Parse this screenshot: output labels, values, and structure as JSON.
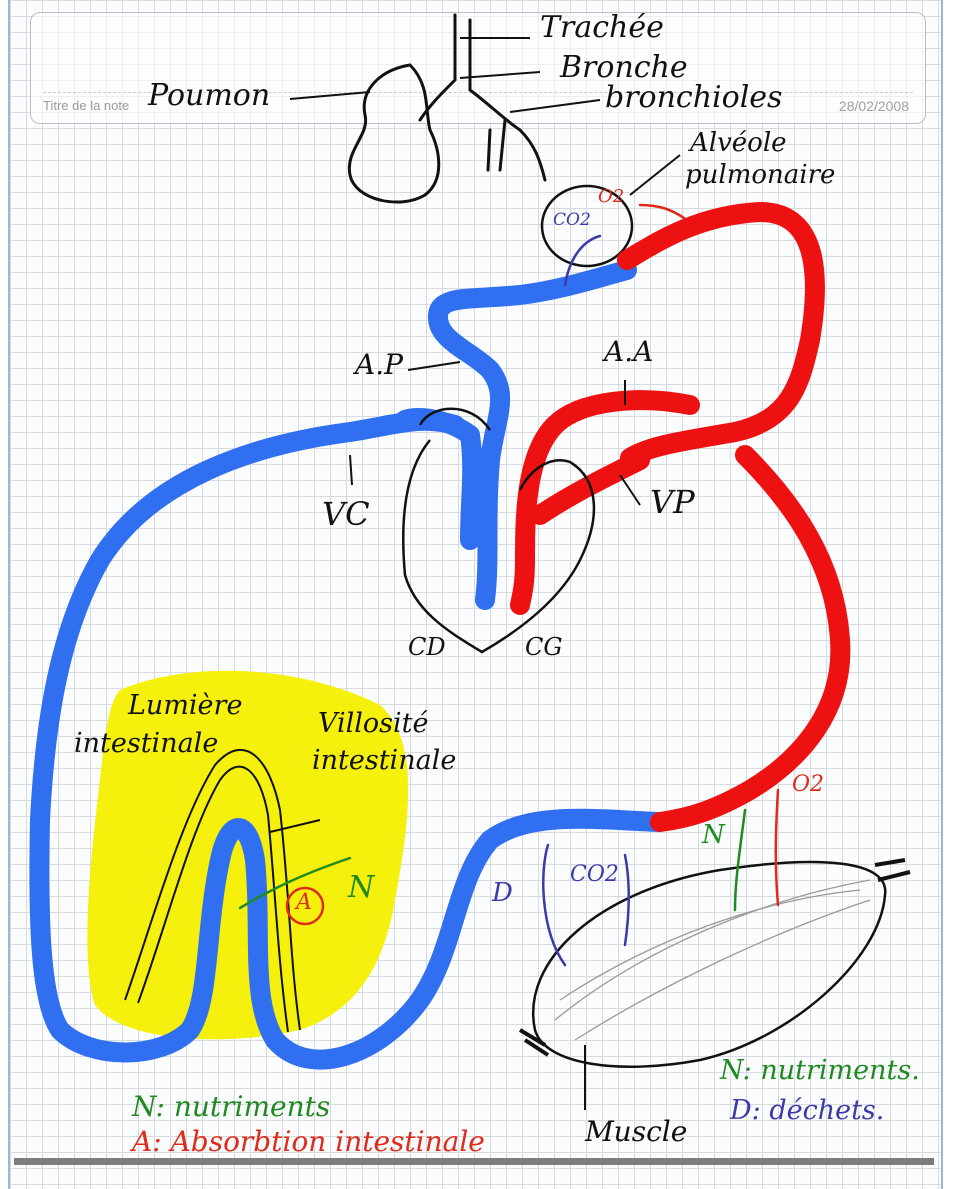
{
  "note": {
    "title_placeholder": "Titre de la note",
    "date": "28/02/2008"
  },
  "labels": {
    "trachee": "Trachée",
    "bronche": "Bronche",
    "bronchioles": "bronchioles",
    "poumon": "Poumon",
    "alveole_line1": "Alvéole",
    "alveole_line2": "pulmonaire",
    "o2_lung": "O2",
    "co2_lung": "CO2",
    "ap": "A.P",
    "aa": "A.A",
    "vc": "VC",
    "vp": "VP",
    "cd": "CD",
    "cg": "CG",
    "lumiere_line1": "Lumière",
    "lumiere_line2": "intestinale",
    "villosite_line1": "Villosité",
    "villosite_line2": "intestinale",
    "n_intestine": "N",
    "a_circle": "A",
    "d_muscle": "D",
    "co2_muscle": "CO2",
    "n_muscle": "N",
    "o2_muscle": "O2",
    "muscle": "Muscle"
  },
  "legend_left": {
    "n": "N: nutriments",
    "a": "A: Absorbtion intestinale"
  },
  "legend_right": {
    "n": "N: nutriments.",
    "d": "D: déchets."
  },
  "colors": {
    "oxygenated": "#ee1111",
    "deoxygenated": "#2f6ff0",
    "highlight": "#f4f000",
    "ink": "#111111",
    "green_ink": "#1f8a1f",
    "purple_ink": "#3a3aa8",
    "red_ink": "#e02a1a"
  }
}
